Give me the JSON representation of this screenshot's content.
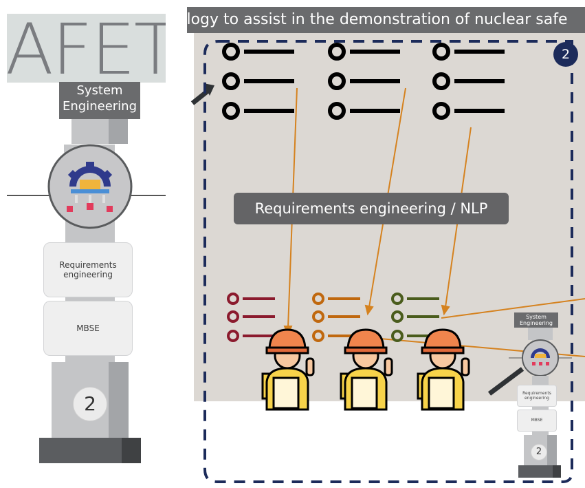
{
  "left_pillar": {
    "banner_text": "AFETY",
    "system_label": "System Engineering",
    "card_requirements": "Requirements engineering",
    "card_mbse": "MBSE",
    "number": "2"
  },
  "right_panel": {
    "header_text": "ology to assist in the demonstration of nuclear safe",
    "badge": "2",
    "label": "Requirements engineering / NLP",
    "mini_pillar": {
      "system_label": "System Engineering",
      "card_requirements": "Requirements engineering",
      "card_mbse": "MBSE",
      "number": "2"
    }
  },
  "colors": {
    "list_dark": "#000000",
    "list_red": "#8b1a2d",
    "list_orange": "#c0680e",
    "list_green": "#4a5c1c",
    "arrow": "#d5821f",
    "dash_border": "#1c2b5a"
  }
}
